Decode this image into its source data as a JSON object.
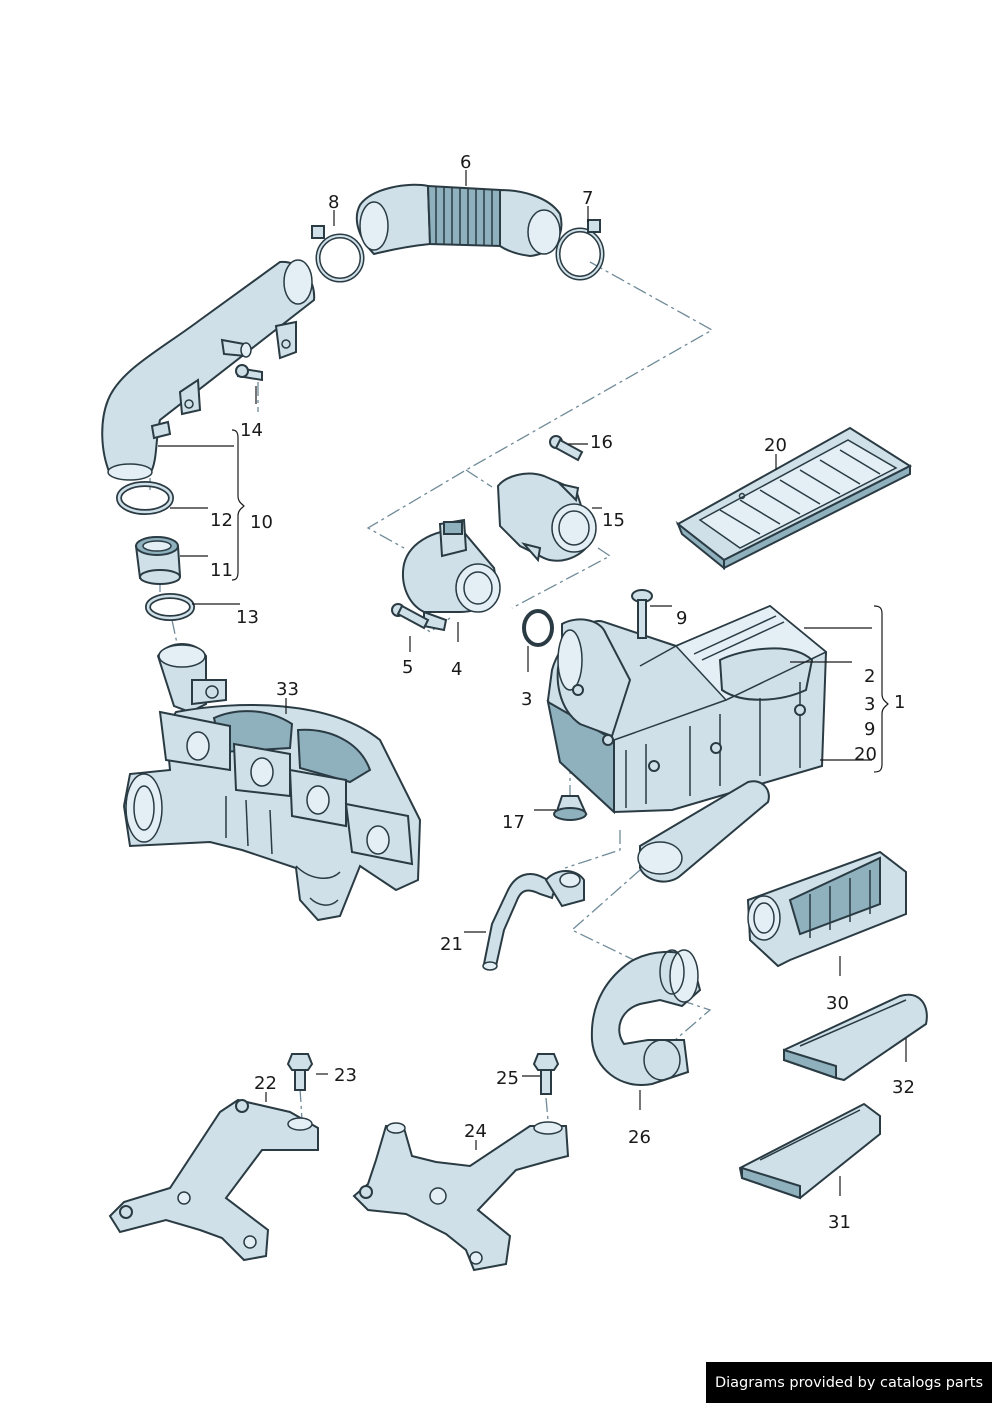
{
  "labels": {
    "l6": "6",
    "l8": "8",
    "l7": "7",
    "l14": "14",
    "l16": "16",
    "l20a": "20",
    "l12": "12",
    "l10": "10",
    "l15": "15",
    "l11": "11",
    "l9a": "9",
    "l13": "13",
    "l33": "33",
    "l5": "5",
    "l4": "4",
    "l3": "3",
    "l2": "2",
    "l3b": "3",
    "l1": "1",
    "l9b": "9",
    "l20b": "20",
    "l17": "17",
    "l21": "21",
    "l30": "30",
    "l23": "23",
    "l22": "22",
    "l25": "25",
    "l24": "24",
    "l32": "32",
    "l26": "26",
    "l31": "31"
  },
  "footer": {
    "text": "Diagrams provided by catalogs parts"
  }
}
